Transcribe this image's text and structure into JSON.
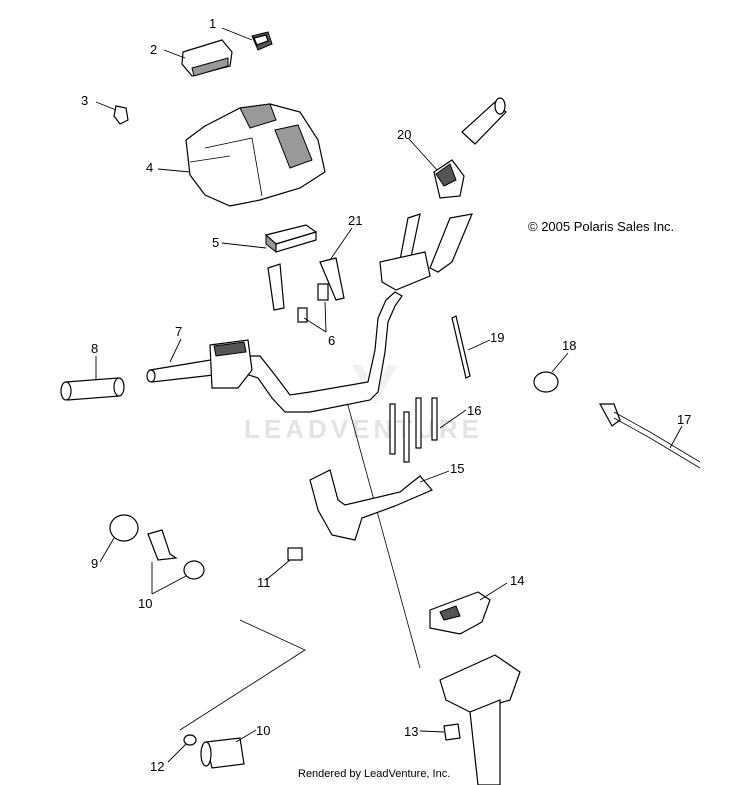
{
  "copyright": "© 2005 Polaris Sales Inc.",
  "footer": "Rendered by LeadVenture, Inc.",
  "watermark": "LEADVENTURE",
  "callouts": {
    "c1": "1",
    "c2": "2",
    "c3": "3",
    "c4": "4",
    "c5": "5",
    "c6": "6",
    "c7": "7",
    "c8": "8",
    "c9": "9",
    "c10a": "10",
    "c10b": "10",
    "c11": "11",
    "c12": "12",
    "c13": "13",
    "c14": "14",
    "c15": "15",
    "c16": "16",
    "c17": "17",
    "c18": "18",
    "c19": "19",
    "c20": "20",
    "c21": "21"
  }
}
